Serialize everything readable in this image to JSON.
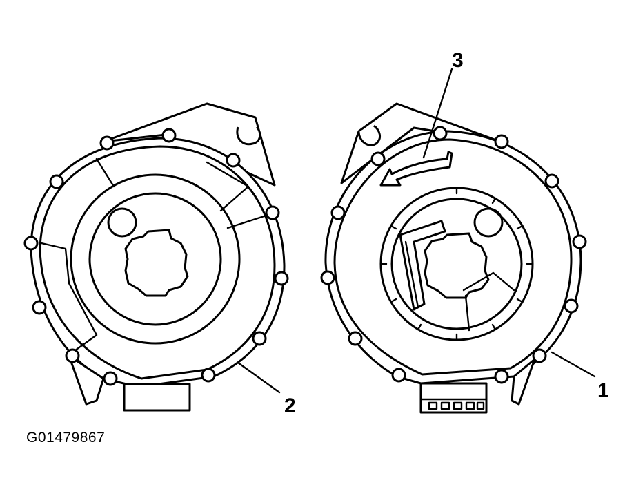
{
  "figure": {
    "figure_id": "G01479867",
    "callouts": [
      {
        "label": "1"
      },
      {
        "label": "2"
      },
      {
        "label": "3"
      }
    ]
  }
}
